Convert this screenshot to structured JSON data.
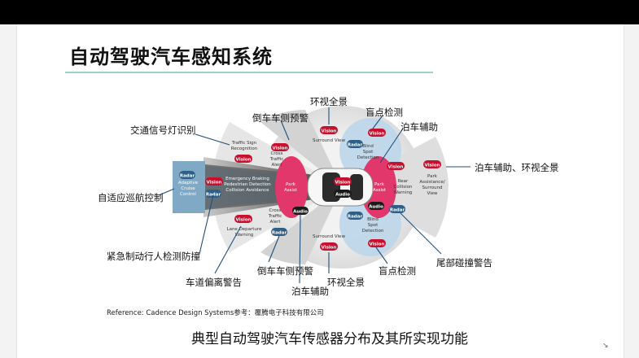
{
  "title": "自动驾驶汽车感知系统",
  "reference": "Reference: Cadence Design Systems参考：覆腾电子科技有限公司",
  "caption": "典型自动驾驶汽车传感器分布及其所实现功能",
  "corner_mark": "↘",
  "callouts": {
    "traffic_light": "交通信号灯识别",
    "rear_warning_top": "倒车车侧预警",
    "surround_top": "环视全景",
    "blind_top": "盲点检测",
    "parking_top": "泊车辅助",
    "parking_surround": "泊车辅助、环视全景",
    "acc": "自适应巡航控制",
    "emergency": "紧急制动行人检测防撞",
    "lane": "车道偏离警告",
    "rear_warning_bottom": "倒车车侧预警",
    "parking_bottom": "泊车辅助",
    "surround_bottom": "环视全景",
    "blind_bottom": "盲点检测",
    "rear_collision": "尾部碰撞警告"
  },
  "diagram": {
    "tags": {
      "vision": "Vision",
      "radar": "Radar",
      "audio": "Audio"
    },
    "zones": {
      "traffic_sign": [
        "Traffic Sign",
        "Recognition"
      ],
      "cross_top": [
        "Cross",
        "Traffic",
        "Alert"
      ],
      "surround_top": "Surround View",
      "blind_top": [
        "Blind",
        "Spot",
        "Detection"
      ],
      "park_assist_surround": [
        "Park",
        "Assistance/",
        "Surround",
        "View"
      ],
      "acc": [
        "Adaptive",
        "Cruise",
        "Control"
      ],
      "emergency": [
        "Emergency Braking",
        "Pedestrian Detection",
        "Collision Avoidance"
      ],
      "park_front": [
        "Park",
        "Assist"
      ],
      "park_rear": [
        "Park",
        "Assist"
      ],
      "rear_collision": [
        "Rear",
        "Collision",
        "Warning"
      ],
      "lane": [
        "Lane Departure",
        "Warning"
      ],
      "cross_bottom": [
        "Cross",
        "Traffic",
        "Alert"
      ],
      "surround_bottom": "Surround View",
      "blind_bottom": [
        "Blind",
        "Spot",
        "Detection"
      ]
    }
  },
  "colors": {
    "title_rule": "#9fd3bd",
    "vision_tag": "#c8102e",
    "radar_tag": "#2f5f86",
    "audio_tag": "#1a1a1a",
    "park_zone": "#e2376a",
    "acc_zone": "#7fa9c4",
    "blind_zone": "#bcd6ea"
  }
}
